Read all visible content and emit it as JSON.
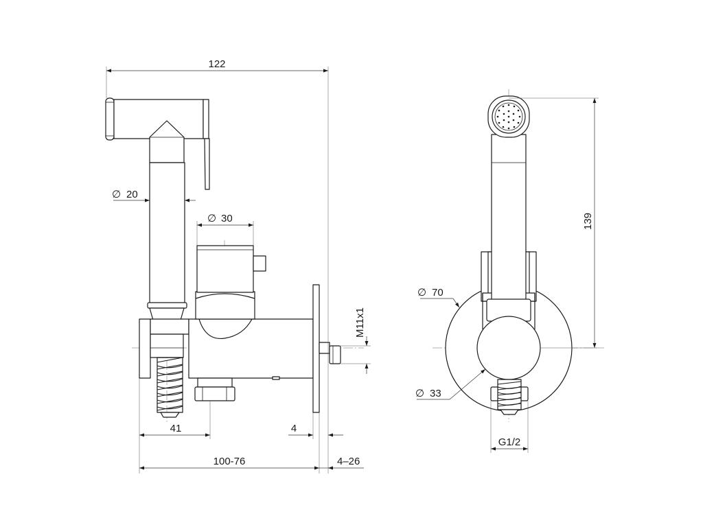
{
  "drawing": {
    "side_view": {
      "dim_overall_width": "122",
      "dim_handle_diameter": "20",
      "dim_knob_diameter": "30",
      "dim_thread_spec": "M11x1",
      "dim_connector_offset": "41",
      "dim_plate_thickness": "4",
      "dim_body_length_range": "100-76",
      "dim_wall_range": "4–26"
    },
    "front_view": {
      "dim_height": "139",
      "dim_flange_diameter": "70",
      "dim_body_diameter": "33",
      "dim_inlet_thread": "G1/2"
    },
    "diameter_symbol": "∅"
  }
}
